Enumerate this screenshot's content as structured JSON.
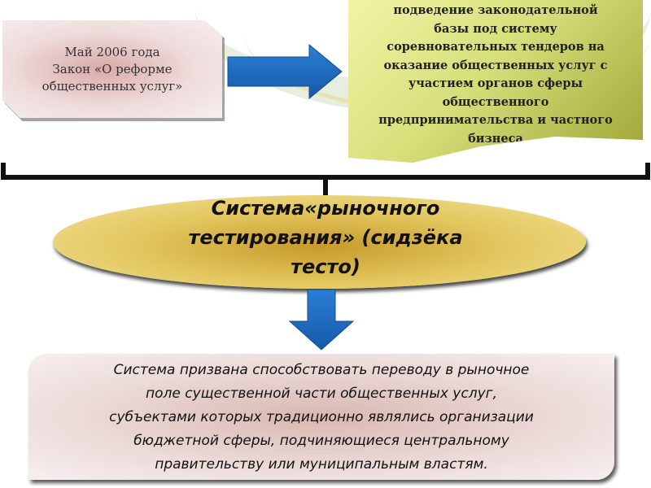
{
  "left_box": {
    "lines": [
      "Май 2006 года",
      "Закон «О реформе",
      "общественных услуг»"
    ]
  },
  "right_box": {
    "lines": [
      "подведение законодательной",
      "базы под систему",
      "соревновательных тендеров на",
      "оказание общественных услуг с",
      "участием органов сферы",
      "общественного",
      "предпринимательства и частного",
      "бизнеса"
    ]
  },
  "ellipse": {
    "lines": [
      "Система«рыночного",
      "тестирования» (сидзёка",
      "тесто)"
    ]
  },
  "bottom_box": {
    "lines": [
      "Система призвана способствовать переводу в рыночное",
      "поле существенной части общественных услуг,",
      "субъектами которых традиционно являлись организации",
      "бюджетной сферы, подчиняющиеся центральному",
      "правительству или муниципальным властям."
    ]
  },
  "colors": {
    "arrow": "#1f6fc4",
    "ellipse": "#d9b84a",
    "right_box": "#c9d36a",
    "left_box": "#e6c9c8"
  }
}
